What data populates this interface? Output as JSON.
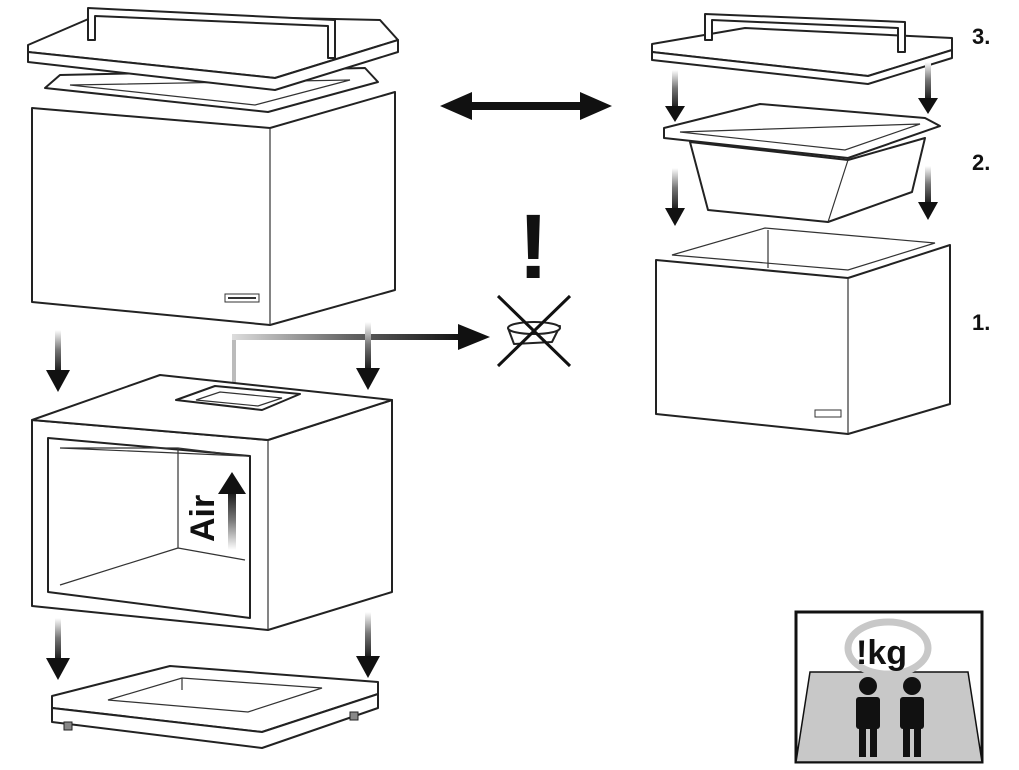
{
  "steps": {
    "step3": "3.",
    "step2": "2.",
    "step1": "1."
  },
  "air_label": "Air",
  "weight_label": "!kg",
  "warning_mark": "!",
  "colors": {
    "line": "#222222",
    "fill": "#ffffff",
    "arrow": "#111111",
    "gray_panel": "#c8c8c8"
  }
}
